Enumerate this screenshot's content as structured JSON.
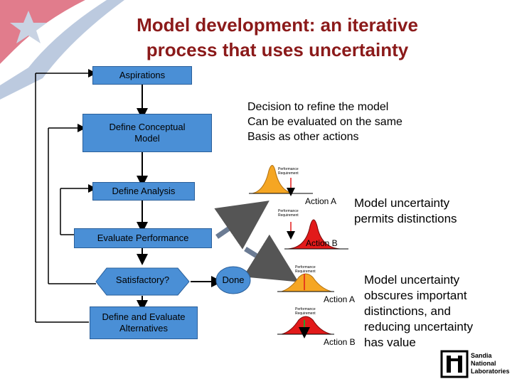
{
  "title_line1": "Model development: an iterative",
  "title_line2": "process that uses uncertainty",
  "flow": {
    "aspirations": "Aspirations",
    "define_model_1": "Define Conceptual",
    "define_model_2": "Model",
    "define_analysis": "Define Analysis",
    "evaluate": "Evaluate Performance",
    "satisfactory": "Satisfactory?",
    "define_alt_1": "Define and Evaluate",
    "define_alt_2": "Alternatives",
    "done": "Done"
  },
  "decision_note": {
    "line1": "Decision to refine the model",
    "line2": "Can be evaluated on the same",
    "line3": "Basis as other actions"
  },
  "perf_req_1": "Performance",
  "perf_req_2": "Requirement",
  "action_a": "Action A",
  "action_b": "Action B",
  "permits": {
    "line1": "Model uncertainty",
    "line2": "permits distinctions"
  },
  "obscures": {
    "line1": "Model uncertainty",
    "line2": "obscures important",
    "line3": "distinctions, and",
    "line4": "reducing uncertainty",
    "line5": "has value"
  },
  "logo": {
    "line1": "Sandia",
    "line2": "National",
    "line3": "Laboratories"
  },
  "colors": {
    "box_fill": "#4a8fd6",
    "title": "#8b1a1a",
    "dist_orange": "#f5a623",
    "dist_red": "#e21a1a",
    "arrow_gray": "#6b7b93"
  }
}
